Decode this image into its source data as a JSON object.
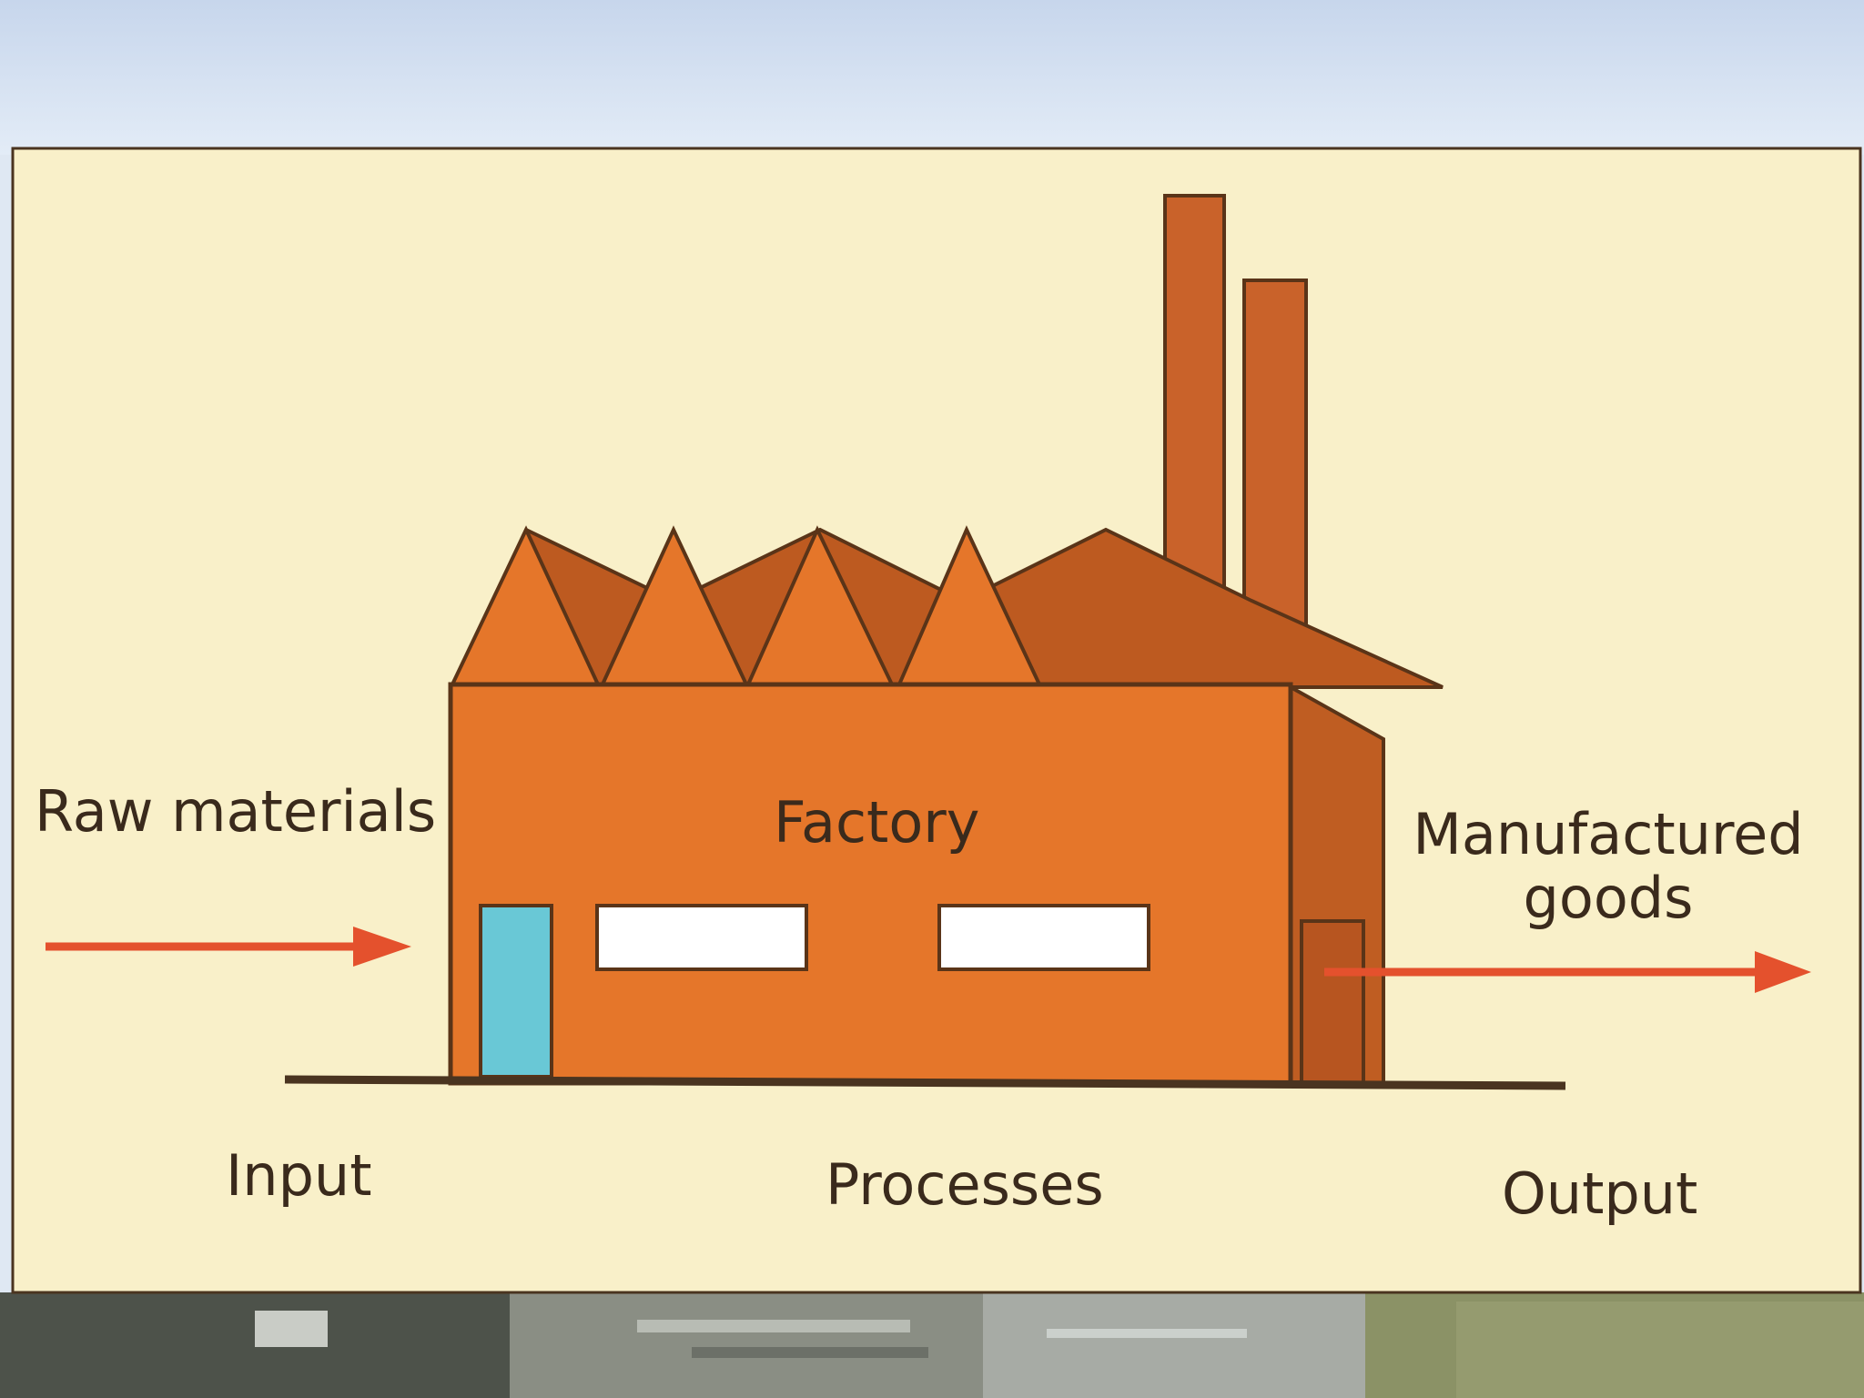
{
  "diagram": {
    "labels": {
      "raw_materials": "Raw materials",
      "factory": "Factory",
      "manufactured_goods_line1": "Manufactured",
      "manufactured_goods_line2": "goods",
      "input": "Input",
      "processes": "Processes",
      "output": "Output"
    },
    "colors": {
      "panel_background": "#f9f0c9",
      "panel_border": "#4a3420",
      "factory_body": "#e5762a",
      "factory_side": "#bf5d22",
      "roof_light": "#e5762a",
      "roof_dark": "#bd5a20",
      "chimney": "#c9622a",
      "outline": "#5a3418",
      "door": "#69c8d6",
      "window": "#ffffff",
      "arrow": "#e4512d",
      "ground_line": "#4a3420",
      "sky_top": "#cfdcee",
      "sky_bottom": "#e6eef7"
    }
  }
}
